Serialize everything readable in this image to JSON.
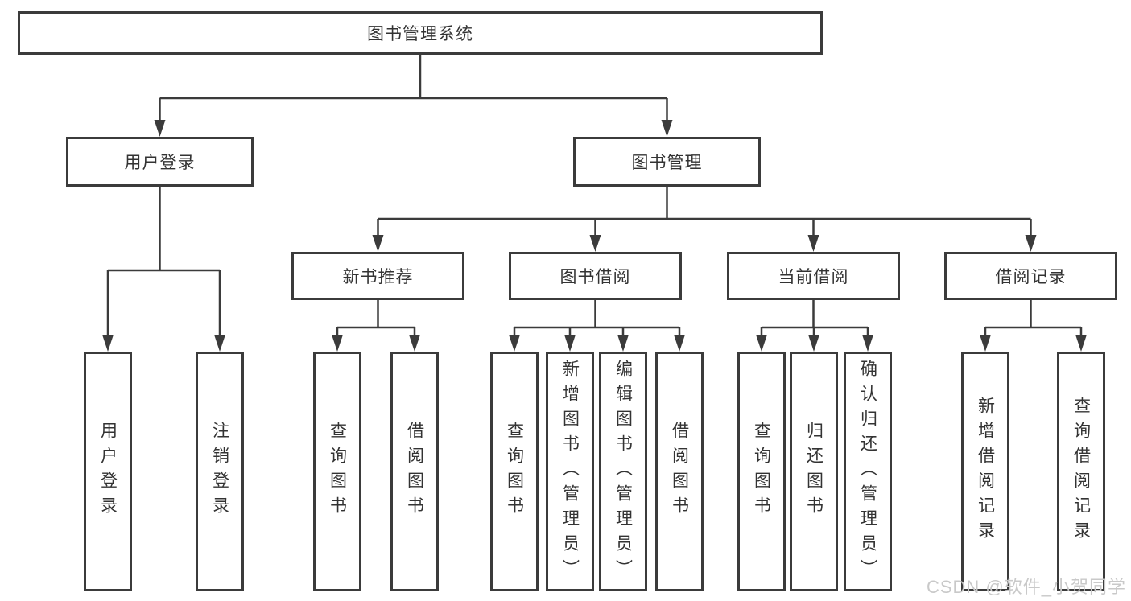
{
  "diagram": {
    "title": "图书管理系统",
    "root": {
      "label": "图书管理系统"
    },
    "level2": [
      {
        "label": "用户登录"
      },
      {
        "label": "图书管理"
      }
    ],
    "level3": [
      {
        "label": "新书推荐",
        "parent": "图书管理"
      },
      {
        "label": "图书借阅",
        "parent": "图书管理"
      },
      {
        "label": "当前借阅",
        "parent": "图书管理"
      },
      {
        "label": "借阅记录",
        "parent": "图书管理"
      }
    ],
    "leaves": [
      {
        "label": "用户登录",
        "parent": "用户登录"
      },
      {
        "label": "注销登录",
        "parent": "用户登录"
      },
      {
        "label": "查询图书",
        "parent": "新书推荐"
      },
      {
        "label": "借阅图书",
        "parent": "新书推荐"
      },
      {
        "label": "查询图书",
        "parent": "图书借阅"
      },
      {
        "label": "新增图书（管理员）",
        "parent": "图书借阅"
      },
      {
        "label": "编辑图书（管理员）",
        "parent": "图书借阅"
      },
      {
        "label": "借阅图书",
        "parent": "图书借阅"
      },
      {
        "label": "查询图书",
        "parent": "当前借阅"
      },
      {
        "label": "归还图书",
        "parent": "当前借阅"
      },
      {
        "label": "确认归还（管理员）",
        "parent": "当前借阅"
      },
      {
        "label": "新增借阅记录",
        "parent": "借阅记录"
      },
      {
        "label": "查询借阅记录",
        "parent": "借阅记录"
      }
    ]
  },
  "watermark": "CSDN @软件_小贺同学",
  "colors": {
    "line": "#3b3b3b",
    "text": "#333333",
    "box_background": "#ffffff",
    "watermark": "#c9c9c9"
  }
}
